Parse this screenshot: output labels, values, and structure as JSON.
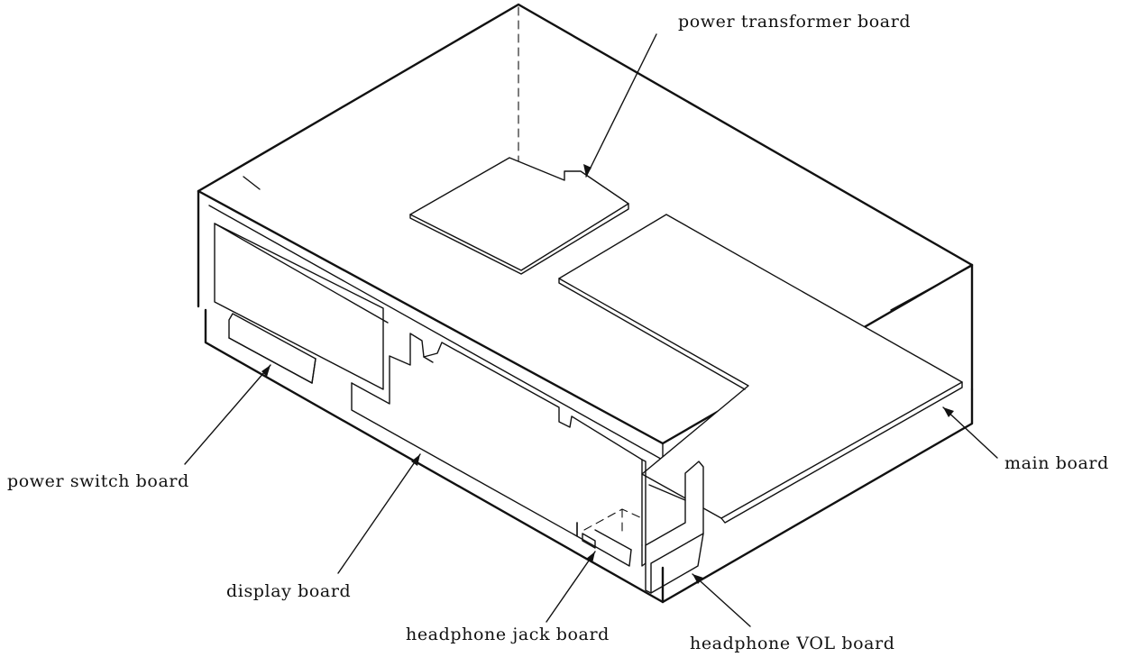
{
  "diagram": {
    "labels": {
      "power_transformer_board": "power transformer board",
      "main_board": "main board",
      "power_switch_board": "power switch board",
      "display_board": "display board",
      "headphone_jack_board": "headphone jack board",
      "headphone_vol_board": "headphone VOL board"
    },
    "colors": {
      "line": "#111111",
      "background": "#ffffff"
    }
  }
}
